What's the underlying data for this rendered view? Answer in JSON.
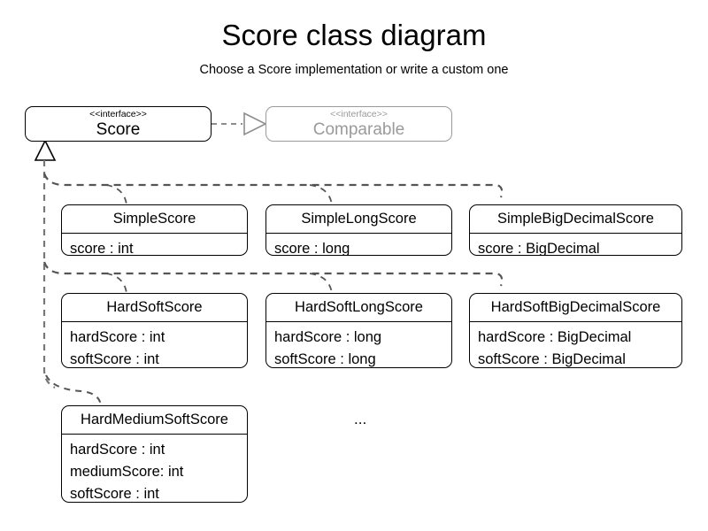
{
  "header": {
    "title": "Score class diagram",
    "subtitle": "Choose a Score implementation or write a custom one"
  },
  "diagram": {
    "type": "uml-class-diagram",
    "stereotype_label": "<<interface>>",
    "ellipsis": "...",
    "colors": {
      "stroke": "#000000",
      "grayed_stroke": "#9a9a9a",
      "grayed_text": "#9a9a9a",
      "relation_line": "#888888",
      "background": "#ffffff"
    },
    "interfaces": [
      {
        "id": "score",
        "stereotype": "<<interface>>",
        "name": "Score",
        "grayed": false
      },
      {
        "id": "comparable",
        "stereotype": "<<interface>>",
        "name": "Comparable",
        "grayed": true
      }
    ],
    "classes": [
      {
        "id": "simple-score",
        "name": "SimpleScore",
        "attributes": [
          "score : int"
        ]
      },
      {
        "id": "simple-long-score",
        "name": "SimpleLongScore",
        "attributes": [
          "score : long"
        ]
      },
      {
        "id": "simple-big-decimal-score",
        "name": "SimpleBigDecimalScore",
        "attributes": [
          "score : BigDecimal"
        ]
      },
      {
        "id": "hard-soft-score",
        "name": "HardSoftScore",
        "attributes": [
          "hardScore : int",
          "softScore : int"
        ]
      },
      {
        "id": "hard-soft-long-score",
        "name": "HardSoftLongScore",
        "attributes": [
          "hardScore : long",
          "softScore : long"
        ]
      },
      {
        "id": "hard-soft-big-decimal-score",
        "name": "HardSoftBigDecimalScore",
        "attributes": [
          "hardScore : BigDecimal",
          "softScore : BigDecimal"
        ]
      },
      {
        "id": "hard-medium-soft-score",
        "name": "HardMediumSoftScore",
        "attributes": [
          "hardScore : int",
          "mediumScore: int",
          "softScore : int"
        ]
      }
    ],
    "relations": [
      {
        "id": "score-realizes-comparable",
        "kind": "realization",
        "from": "Score",
        "to": "Comparable",
        "style": "dashed-hollow-triangle"
      },
      {
        "id": "implementations-of-score",
        "kind": "implementation",
        "from": [
          "SimpleScore",
          "SimpleLongScore",
          "SimpleBigDecimalScore",
          "HardSoftScore",
          "HardSoftLongScore",
          "HardSoftBigDecimalScore",
          "HardMediumSoftScore"
        ],
        "to": "Score",
        "style": "dashed-hollow-triangle"
      }
    ]
  }
}
